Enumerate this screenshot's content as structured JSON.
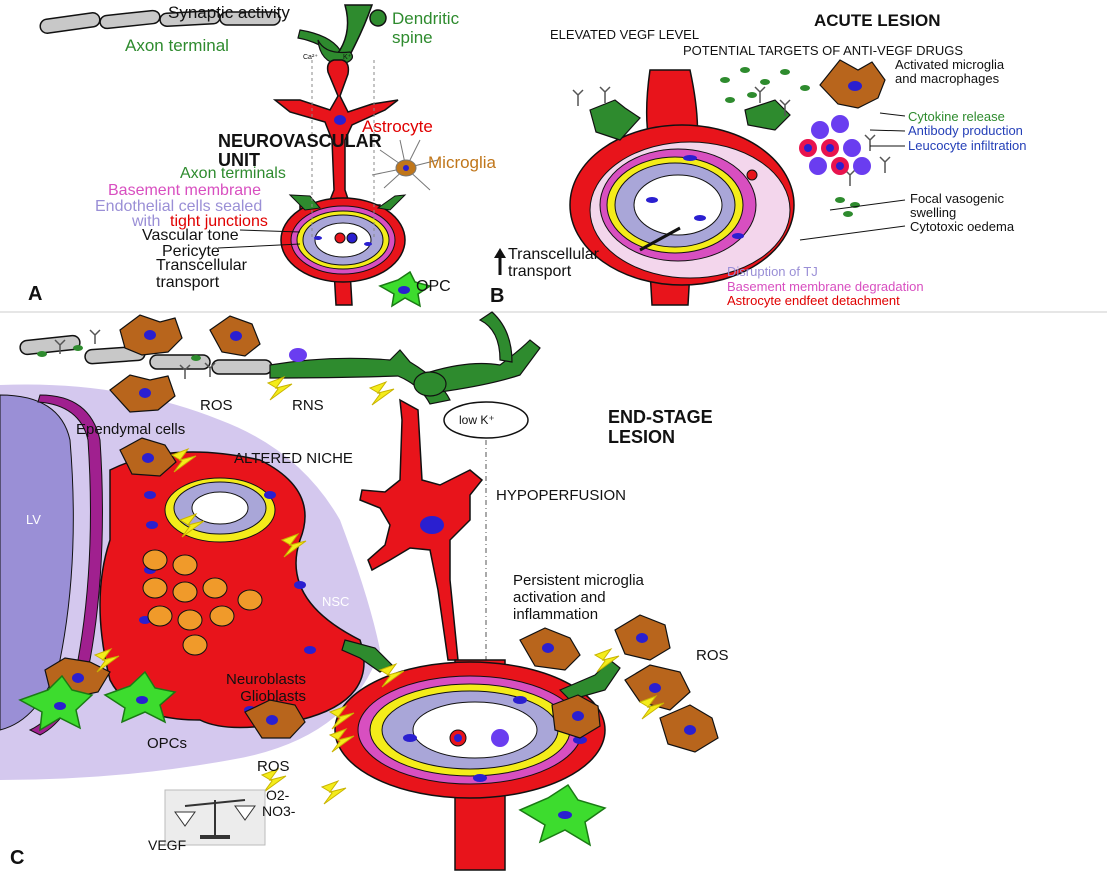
{
  "panel_a": {
    "letter": "A",
    "synaptic_activity": "Synaptic activity",
    "dendritic_spine": "Dendritic\nspine",
    "axon_terminal": "Axon terminal",
    "neurovascular_unit": "NEUROVASCULAR\nUNIT",
    "astrocyte": "Astrocyte",
    "microglia": "Microglia",
    "axon_terminals": "Axon terminals",
    "basement_membrane": "Basement membrane",
    "endothelial_1": "Endothelial cells sealed",
    "endothelial_with": "with",
    "tight_junctions": "tight junctions",
    "vascular_tone": "Vascular tone",
    "pericyte": "Pericyte",
    "transcellular_transport": "Transcellular\ntransport",
    "opc": "OPC",
    "ion_ca": "Ca²⁺",
    "ion_k": "K⁺"
  },
  "panel_b": {
    "letter": "B",
    "title": "ACUTE LESION",
    "elevated_vegf": "ELEVATED VEGF LEVEL",
    "potential_targets": "POTENTIAL TARGETS OF ANTI-VEGF DRUGS",
    "activated_microglia": "Activated microglia\nand macrophages",
    "cytokine_release": "Cytokine release",
    "antibody_production": "Antibody production",
    "leucocyte_infiltration": "Leucocyte infiltration",
    "focal_vasogenic": "Focal vasogenic\nswelling",
    "cytotoxic_oedema": "Cytotoxic oedema",
    "transcellular_transport": "Transcellular\ntransport",
    "disruption_tj": "Disruption of TJ",
    "basement_degradation": "Basement membrane degradation",
    "astrocyte_detachment": "Astrocyte endfeet detachment"
  },
  "panel_c": {
    "letter": "C",
    "title": "END-STAGE\nLESION",
    "ros_1": "ROS",
    "rns": "RNS",
    "low_k": "low K⁺",
    "ependymal": "Ependymal cells",
    "altered_niche": "ALTERED NICHE",
    "hypoperfusion": "HYPOPERFUSION",
    "lv": "LV",
    "nsc": "NSC",
    "persistent": "Persistent microglia\nactivation and\ninflammation",
    "ros_2": "ROS",
    "neuroblasts": "Neuroblasts\nGlioblasts",
    "opcs": "OPCs",
    "ros_3": "ROS",
    "o2": "O2-",
    "no3": "NO3-",
    "vegf": "VEGF"
  },
  "colors": {
    "astrocyte_red": "#e8141b",
    "dendrite_green": "#2e8b2e",
    "microglia_brown": "#b8651c",
    "nucleus_blue": "#2a1fd0",
    "basement_pink": "#d84fc0",
    "endothelial_lavender": "#a9a6d8",
    "pericyte_yellow": "#f4ec1a",
    "opc_green": "#3ddc2e",
    "niche_lilac": "#d4c8ee",
    "ventricle_purple": "#9a8fd6",
    "ependymal_magenta": "#a0208f",
    "neuroblast_orange": "#f09a2a"
  }
}
